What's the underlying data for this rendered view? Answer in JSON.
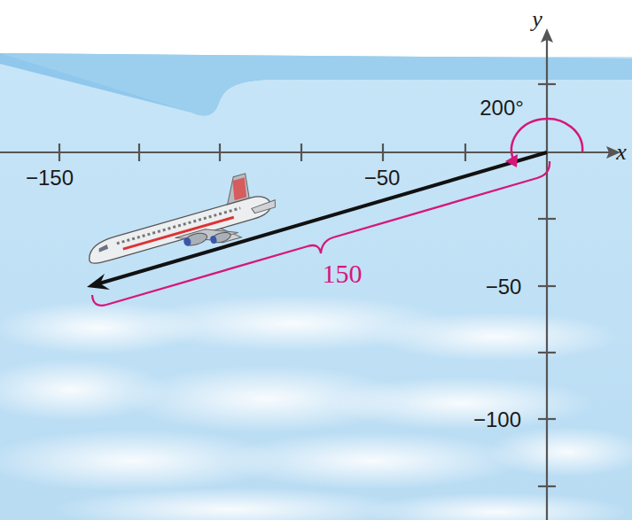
{
  "diagram": {
    "labels": [
      "y",
      "200°",
      "x",
      "−150",
      "−50",
      "150",
      "−50",
      "−100"
    ]
  }
}
